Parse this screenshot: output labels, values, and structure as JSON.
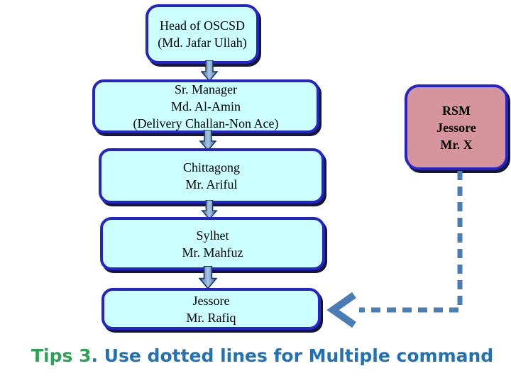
{
  "colors": {
    "box_fill": "#ccffff",
    "box_border": "#2424c8",
    "box_shadow": "#15153a",
    "side_box_fill": "#d6949c",
    "connector_blue": "#4a7cb5",
    "caption_green": "#2aa457",
    "caption_blue": "#2171b5"
  },
  "chart": {
    "root_box": {
      "lines": [
        "Head of  OSCSD",
        "(Md. Jafar Ullah)"
      ]
    },
    "manager_box": {
      "lines": [
        "Sr. Manager",
        "Md. Al-Amin",
        "(Delivery Challan-Non Ace)"
      ]
    },
    "chittagong_box": {
      "lines": [
        "Chittagong",
        "Mr. Ariful"
      ]
    },
    "sylhet_box": {
      "lines": [
        "Sylhet",
        "Mr. Mahfuz"
      ]
    },
    "jessore_box": {
      "lines": [
        "Jessore",
        "Mr. Rafiq"
      ]
    },
    "rsm_box": {
      "lines": [
        "RSM",
        "Jessore",
        "Mr. X"
      ]
    }
  },
  "caption": {
    "prefix": "Tips 3",
    "separator": ". ",
    "body": "Use dotted lines for Multiple command"
  }
}
